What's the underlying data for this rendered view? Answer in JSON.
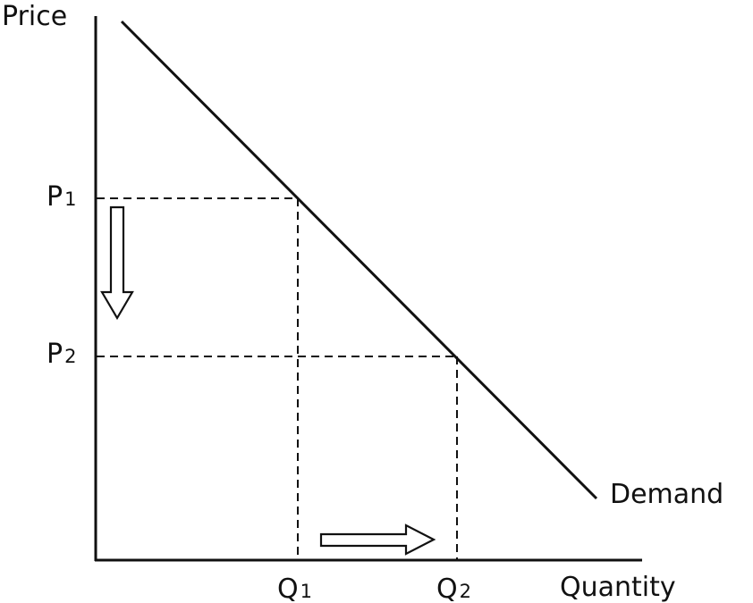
{
  "diagram": {
    "axes": {
      "y_label": "Price",
      "x_label": "Quantity"
    },
    "curve_label": "Demand",
    "price_marks": [
      {
        "letter": "P",
        "index": "1"
      },
      {
        "letter": "P",
        "index": "2"
      }
    ],
    "quantity_marks": [
      {
        "letter": "Q",
        "index": "1"
      },
      {
        "letter": "Q",
        "index": "2"
      }
    ],
    "arrows": [
      {
        "name": "price-decrease-arrow",
        "direction": "down"
      },
      {
        "name": "quantity-increase-arrow",
        "direction": "right"
      }
    ],
    "colors": {
      "line": "#111111",
      "background": "#ffffff"
    }
  }
}
